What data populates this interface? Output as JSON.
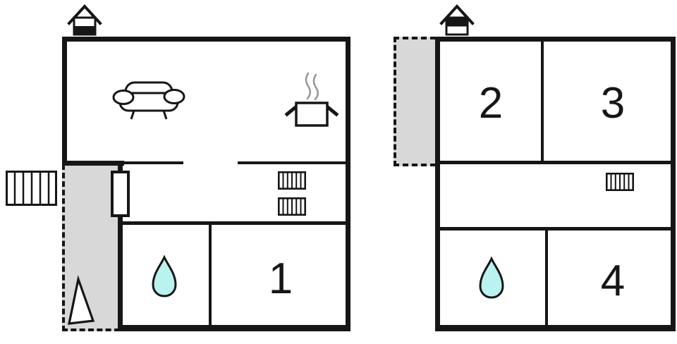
{
  "colors": {
    "wall": "#161616",
    "terrace": "#d8d8d8",
    "water": "#b9f2ef",
    "steam": "#9a9a9a"
  },
  "ground_floor": {
    "rooms": {
      "room1": "1"
    },
    "icons": {
      "chimney": "house-chimney",
      "sofa": "sofa-outline",
      "cooking_pot": "pot-with-steam",
      "radiator_count": 2,
      "entrance_door": "door-leaf",
      "outdoor_stairs": "hatched-steps",
      "terrace_marker": "triangle",
      "bathroom": "water-drop"
    }
  },
  "first_floor": {
    "rooms": {
      "room2": "2",
      "room3": "3",
      "room4": "4"
    },
    "icons": {
      "chimney": "house-chimney",
      "radiator_count": 1,
      "bathroom": "water-drop"
    }
  }
}
